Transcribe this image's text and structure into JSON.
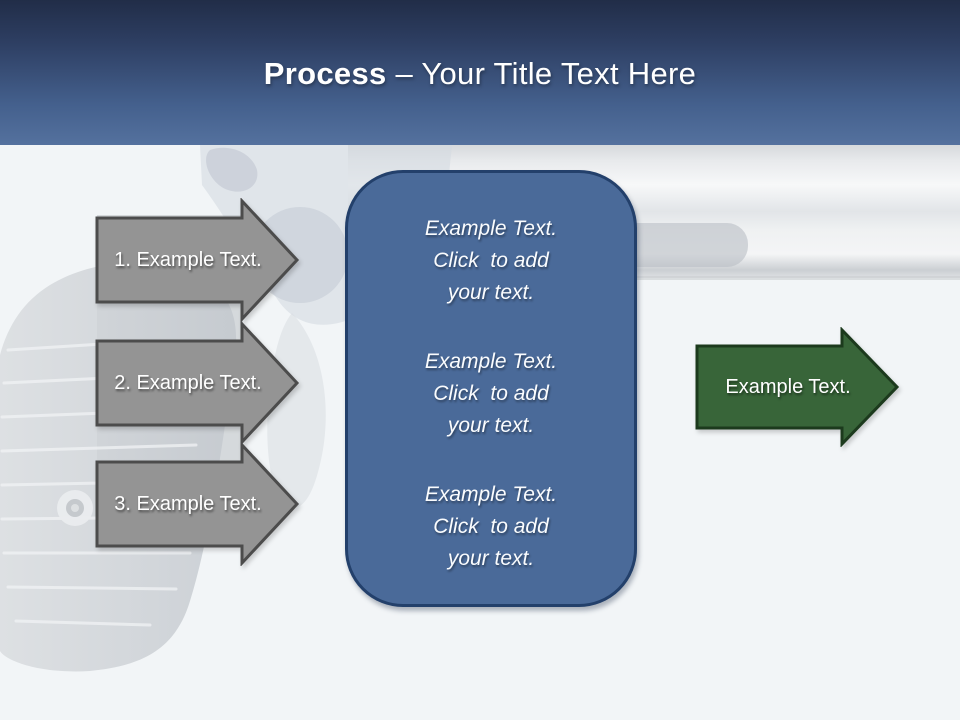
{
  "theme": {
    "header_grad_top": "#212D48",
    "header_grad_bottom": "#54719E",
    "content_bg": "#F2F5F7",
    "step_arrow_fill": "#949494",
    "step_arrow_border": "#4C4C4C",
    "panel_fill": "#4A6A99",
    "panel_border": "#23406B",
    "result_arrow_fill": "#386539",
    "result_arrow_border": "#1C3A1D",
    "text_color": "#FFFFFF"
  },
  "header": {
    "title_emphasis": "Process",
    "title_rest": "– Your Title Text Here"
  },
  "steps": [
    {
      "label": "1. Example Text."
    },
    {
      "label": "2. Example Text."
    },
    {
      "label": "3. Example Text."
    }
  ],
  "panel": {
    "blocks": [
      {
        "line1": "Example Text.",
        "line2": "Click  to add",
        "line3": "your text."
      },
      {
        "line1": "Example Text.",
        "line2": "Click  to add",
        "line3": "your text."
      },
      {
        "line1": "Example Text.",
        "line2": "Click  to add",
        "line3": "your text."
      }
    ]
  },
  "result": {
    "label": "Example Text."
  }
}
